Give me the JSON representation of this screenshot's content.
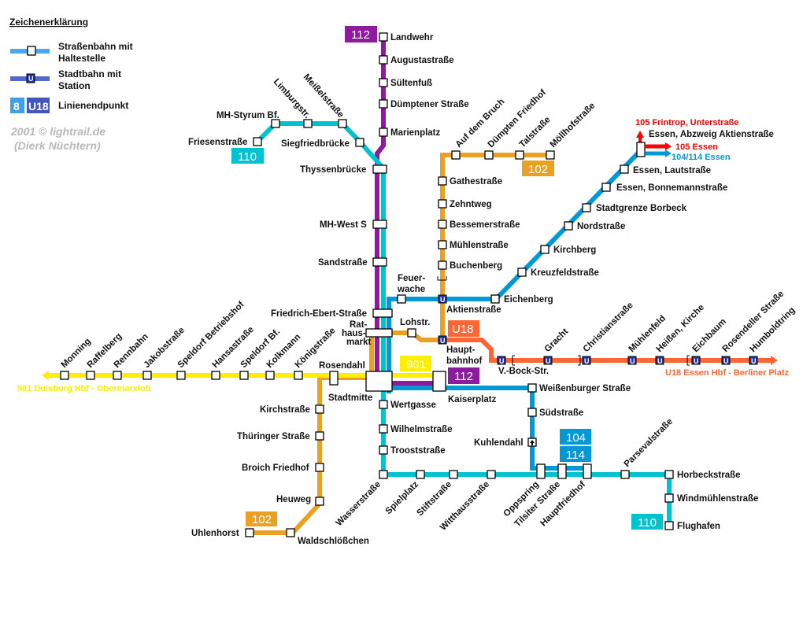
{
  "legend": {
    "title": "Zeichenerklärung",
    "tram_label_1": "Straßenbahn mit",
    "tram_label_2": "Haltestelle",
    "stadtbahn_label_1": "Stadtbahn mit",
    "stadtbahn_label_2": "Station",
    "endpoint_badge_tram": "8",
    "endpoint_badge_u": "U18",
    "endpoint_label": "Linienendpunkt",
    "u_symbol": "U"
  },
  "copyright": {
    "line1": "2001 © lightrail.de",
    "line2": "(Dierk Nüchtern)"
  },
  "colors": {
    "line_112": "#8e1a9e",
    "line_110": "#00c3cf",
    "line_102": "#eaa020",
    "line_104_114": "#0099d8",
    "line_901": "#ffee00",
    "line_u18": "#ff6633",
    "line_105": "#ff0000",
    "stadtbahn_station": "#2233aa"
  },
  "badges": {
    "b112_top": "112",
    "b110_left": "110",
    "b102_top": "102",
    "bu18": "U18",
    "b901": "901",
    "b112_bottom": "112",
    "b104": "104",
    "b114": "114",
    "b102_bottom": "102",
    "b110_bottom": "110"
  },
  "destinations": {
    "d105_frintrop": "105 Frintrop, Unterstraße",
    "d105_essen": "105 Essen",
    "d104_114_essen": "104/114 Essen",
    "d901": "901 Duisburg Hbf - Obermarxloh",
    "du18": "U18 Essen Hbf - Berliner Platz"
  },
  "stations": {
    "landwehr": "Landwehr",
    "augustastrasse": "Augustastraße",
    "sueltenfuss": "Sültenfuß",
    "duemptener_strasse": "Dümptener Straße",
    "marienplatz": "Marienplatz",
    "limburgstr": "Limburgstr.",
    "meisselstrasse": "Meißelstraße",
    "mh_styrum": "MH-Styrum Bf.",
    "friesenstrasse": "Friesenstraße",
    "siegfriedbruecke": "Siegfriedbrücke",
    "thyssenbruecke": "Thyssenbrücke",
    "mh_west": "MH-West S",
    "sandstrasse": "Sandstraße",
    "friedrich_ebert": "Friedrich-Ebert-Straße",
    "rathausmarkt_1": "Rat-",
    "rathausmarkt_2": "haus-",
    "rathausmarkt_3": "markt",
    "feuerwache_1": "Feuer-",
    "feuerwache_2": "wache",
    "lohstr": "Lohstr.",
    "auf_dem_bruch": "Auf dem Bruch",
    "duempten_friedhof": "Dümpten Friedhof",
    "talstrasse": "Talstraße",
    "moellhofstrasse": "Möllhofstraße",
    "gathestrasse": "Gathestraße",
    "zehntweg": "Zehntweg",
    "bessemerstrasse": "Bessemerstraße",
    "muehlenstrasse": "Mühlenstraße",
    "buchenberg": "Buchenberg",
    "aktienstrasse": "Aktienstraße",
    "eichenberg": "Eichenberg",
    "kreuzfeldstrasse": "Kreuzfeldstraße",
    "kirchberg": "Kirchberg",
    "nordstrasse": "Nordstraße",
    "stadtgrenze_borbeck": "Stadtgrenze Borbeck",
    "essen_bonnemann": "Essen, Bonnemannstraße",
    "essen_laut": "Essen, Lautstraße",
    "essen_abzweig": "Essen, Abzweig Aktienstraße",
    "hauptbahnhof_1": "Haupt-",
    "hauptbahnhof_2": "bahnhof",
    "v_bock": "V.-Bock-Str.",
    "gracht": "Gracht",
    "christianstrasse": "Christianstraße",
    "muehlenfeld": "Mühlenfeld",
    "heissen_kirche": "Heißen, Kirche",
    "eichbaum": "Eichbaum",
    "rosendeller": "Rosendeller Straße",
    "humboldtring": "Humboldtring",
    "monning": "Monning",
    "raffelberg": "Raffelberg",
    "rennbahn": "Rennbahn",
    "jakobstrasse": "Jakobstraße",
    "speldorf_betriebshof": "Speldorf Betriebshof",
    "hansastrasse": "Hansastraße",
    "speldorf_bf": "Speldorf Bf.",
    "kolkmann": "Kolkmann",
    "koenigstrasse": "Königstraße",
    "rosendahl": "Rosendahl",
    "stadtmitte": "Stadtmitte",
    "kaiserplatz": "Kaiserplatz",
    "wertgasse": "Wertgasse",
    "wilhelmstrasse": "Wilhelmstraße",
    "trooststrasse": "Trooststraße",
    "weissenburger": "Weißenburger Straße",
    "suedstrasse": "Südstraße",
    "kuhlendahl": "Kuhlendahl",
    "kirchstrasse": "Kirchstraße",
    "thueringer": "Thüringer Straße",
    "broich_friedhof": "Broich Friedhof",
    "heuweg": "Heuweg",
    "uhlenhorst": "Uhlenhorst",
    "waldschloesschen": "Waldschlößchen",
    "wasserstrasse": "Wasserstraße",
    "spielplatz": "Spielplatz",
    "stiftstrasse": "Stiftstraße",
    "witthausstrasse": "Witthausstraße",
    "oppspring": "Oppspring",
    "tilsiter": "Tilsiter Straße",
    "hauptfriedhof": "Hauptfriedhof",
    "parsevalstrasse": "Parsevalstraße",
    "horbeckstrasse": "Horbeckstraße",
    "windmuehlenstrasse": "Windmühlenstraße",
    "flughafen": "Flughafen"
  }
}
